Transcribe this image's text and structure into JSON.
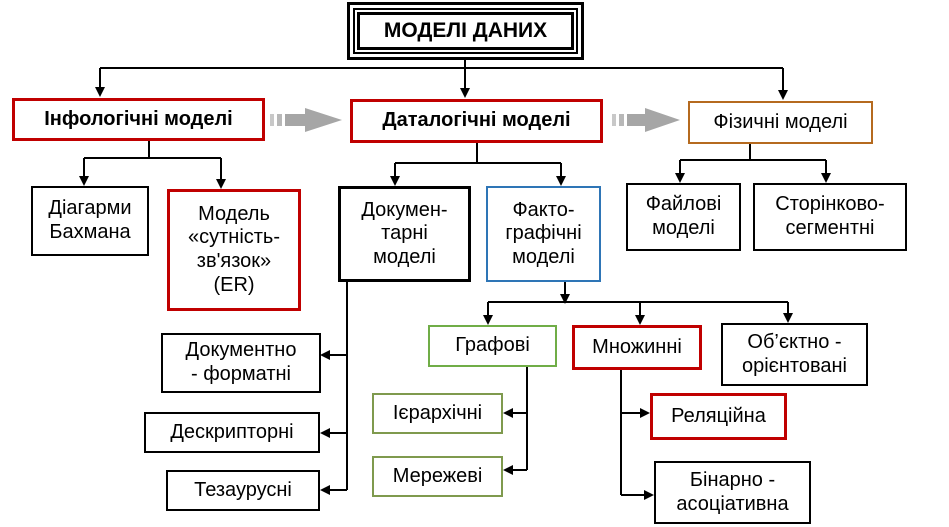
{
  "title": "МОДЕЛІ ДАНИХ",
  "level1": {
    "infological": "Інфологічні моделі",
    "datalogical": "Даталогічні моделі",
    "physical": "Фізичні моделі"
  },
  "infological_children": {
    "bachman": "Діагарми\nБахмана",
    "er": "Модель\n«сутність-\nзв'язок»\n(ER)"
  },
  "datalogical_children": {
    "documentary": "Докумен-\nтарні\nмоделі",
    "factographic": "Факто-\nграфічні\nмоделі"
  },
  "physical_children": {
    "file": "Файлові\nмоделі",
    "page_segment": "Сторінково-\nсегментні"
  },
  "documentary_children": {
    "doc_format": "Документно\n- форматні",
    "descriptor": "Дескрипторні",
    "thesaurus": "Тезаурусні"
  },
  "factographic_children": {
    "graph": "Графові",
    "set": "Множинні",
    "object": "Об’єктно -\nорієнтовані"
  },
  "graph_children": {
    "hierarchical": "Ієрархічні",
    "network": "Мережеві"
  },
  "set_children": {
    "relational": "Реляційна",
    "binary": "Бінарно -\nасоціативна"
  },
  "colors": {
    "red": "#c00000",
    "blue": "#2e75b6",
    "green": "#70ad47",
    "olive": "#7f9a4e",
    "brown": "#b56a1f",
    "gray_arrow": "#a6a6a6"
  }
}
